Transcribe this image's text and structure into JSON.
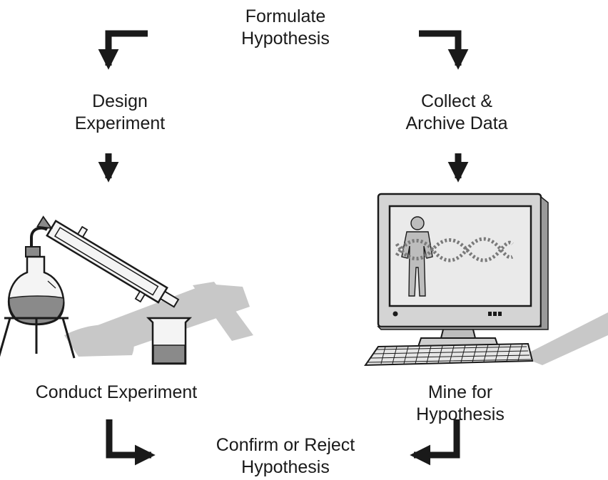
{
  "steps": {
    "formulate": "Formulate\nHypothesis",
    "design": "Design\nExperiment",
    "collect": "Collect &\nArchive Data",
    "conduct": "Conduct Experiment",
    "mine": "Mine for Hypothesis",
    "confirm": "Confirm or Reject\nHypothesis"
  },
  "colors": {
    "ink": "#1a1a1a",
    "shadow": "#c8c8c8",
    "liquid": "#8a8a8a",
    "glass": "#f4f4f4",
    "screen": "#e9e9e9",
    "monitor": "#cfcfcf"
  },
  "illustrations": {
    "left": "chemistry-apparatus",
    "right": "computer-monitor-human-dna"
  }
}
